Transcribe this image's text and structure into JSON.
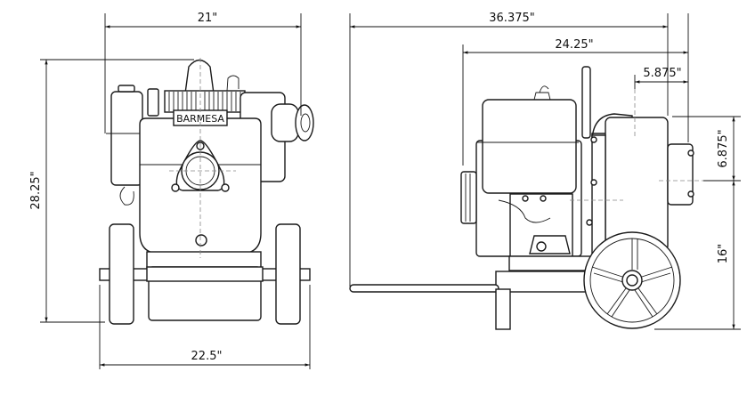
{
  "front_view": {
    "brand_label": "BARMESA",
    "dimensions": {
      "width_top": "21\"",
      "height": "28.25\"",
      "width_bottom": "22.5\""
    }
  },
  "side_view": {
    "dimensions": {
      "overall_length": "36.375\"",
      "engine_length": "24.25\"",
      "pump_offset": "5.875\"",
      "discharge_height": "6.875\"",
      "suction_height": "16\""
    }
  },
  "colors": {
    "line": "#1a1a1a",
    "centerline": "#888888"
  }
}
